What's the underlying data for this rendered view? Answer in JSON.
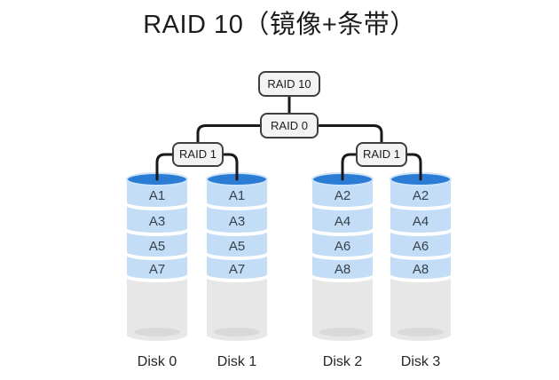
{
  "title": "RAID 10（镜像+条带）",
  "tree": {
    "root": "RAID 10",
    "stripe": "RAID 0",
    "mirror_left": "RAID 1",
    "mirror_right": "RAID 1"
  },
  "disks": [
    {
      "label": "Disk 0",
      "blocks": [
        "A1",
        "A3",
        "A5",
        "A7"
      ]
    },
    {
      "label": "Disk 1",
      "blocks": [
        "A1",
        "A3",
        "A5",
        "A7"
      ]
    },
    {
      "label": "Disk 2",
      "blocks": [
        "A2",
        "A4",
        "A6",
        "A8"
      ]
    },
    {
      "label": "Disk 3",
      "blocks": [
        "A2",
        "A4",
        "A6",
        "A8"
      ]
    }
  ],
  "colors": {
    "cap_blue": "#2b7cd5",
    "cap_rim": "#cde3f8",
    "band_blue": "#c2ddf5",
    "body_gray": "#e7e7e7",
    "shadow_gray": "#d9d9d9",
    "node_fill": "#f3f3f3",
    "node_border": "#3f3f3f",
    "line": "#1a1a1a",
    "title_text": "#1c1c1c",
    "block_text": "#39424d",
    "disk_text": "#262626"
  }
}
